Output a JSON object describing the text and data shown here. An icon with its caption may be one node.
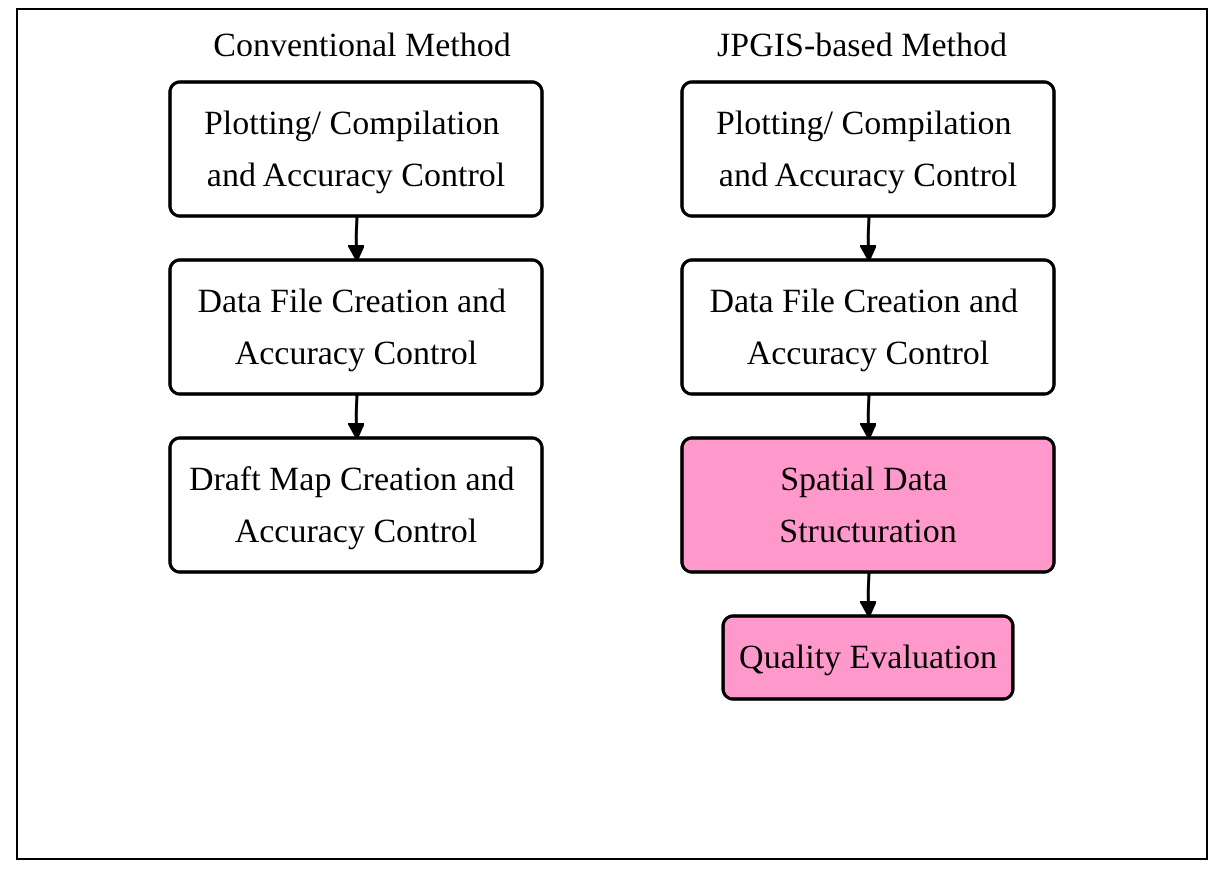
{
  "diagram": {
    "nodes": [
      {
        "text": [
          "Plotting/ Compilation and Accuracy Control"
        ]
      },
      {
        "text": [
          "Data File Creation and Accuracy Control"
        ]
      },
      {
        "text": [
          "Draft Map Creation and Accuracy Control"
        ]
      },
      {
        "text": [
          "Plotting/ Compilation and Accuracy Control"
        ]
      },
      {
        "text": [
          "Data File Creation and Accuracy Control"
        ]
      },
      {
        "text": [
          "Spatial Data Structuration"
        ]
      },
      {
        "text": [
          "Quality Evaluation"
        ]
      }
    ],
    "edges": [
      {
        "from": 0,
        "to": 1,
        "arrow": "to"
      },
      {
        "from": 1,
        "to": 2,
        "arrow": "to"
      },
      {
        "from": 3,
        "to": 4,
        "arrow": "to"
      },
      {
        "from": 4,
        "to": 5,
        "arrow": "to"
      },
      {
        "from": 5,
        "to": 6,
        "arrow": "to"
      }
    ],
    "labels": [
      "Conventional Method",
      "JPGIS-based Method"
    ]
  }
}
